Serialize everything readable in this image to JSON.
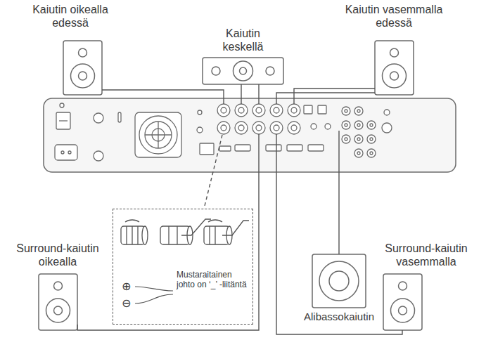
{
  "diagram": {
    "nodes": [
      {
        "text": [
          "Kaiutin oikealla edessä"
        ]
      },
      {
        "text": [
          "Kaiutin keskellä"
        ]
      },
      {
        "text": [
          "Kaiutin vasemmalla edessä"
        ]
      },
      {
        "text": [
          "Mustaraitainen johto on ‘_’ -liitäntä"
        ]
      },
      {
        "text": [
          "Surround-kaiutin oikealla"
        ]
      },
      {
        "text": [
          "Alibassokaiutin"
        ]
      },
      {
        "text": [
          "Surround-kaiutin vasemmalla"
        ]
      }
    ],
    "labels": [
      "⊕",
      "⊖"
    ]
  }
}
